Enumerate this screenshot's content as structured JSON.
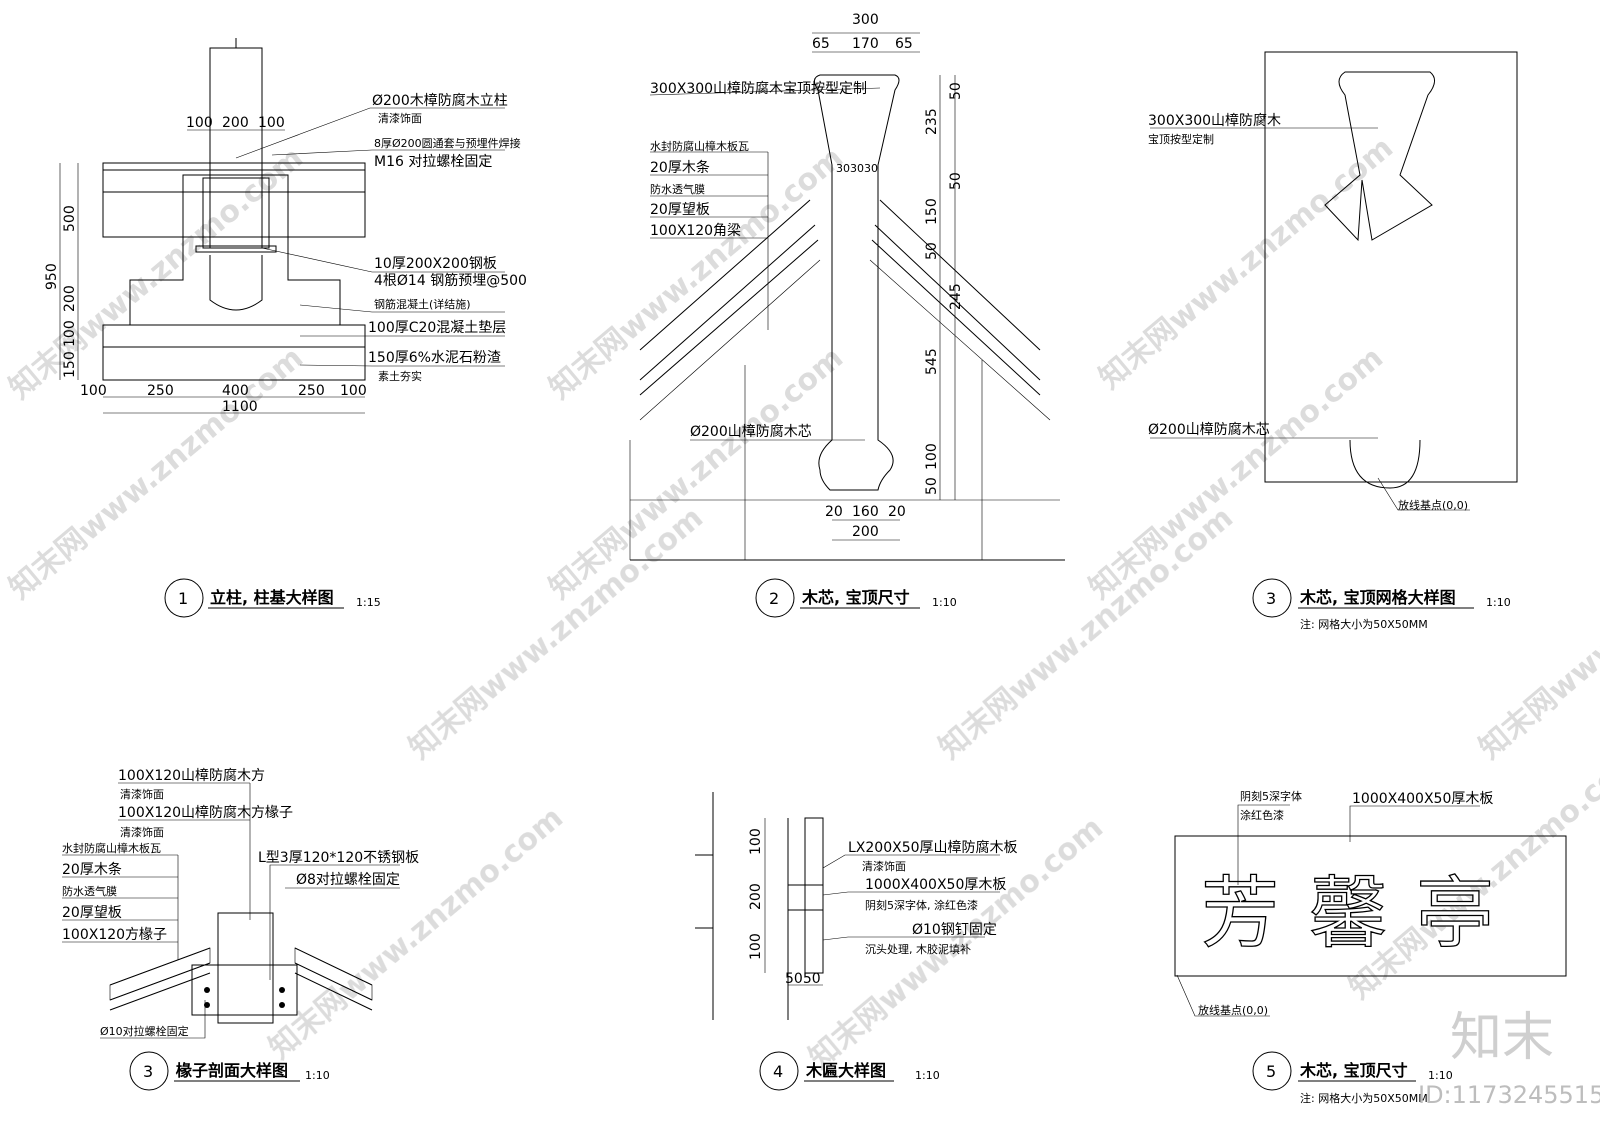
{
  "watermark": {
    "text": "知末网www.znzmo.com",
    "logo": "知末",
    "id": "ID:1173245515"
  },
  "detail1": {
    "title": {
      "num": "1",
      "name": "立柱, 柱基大样图",
      "scale": "1:15"
    },
    "callouts": [
      "Ø200木樟防腐木立柱",
      "清漆饰面",
      "8厚Ø200圆通套与预埋件焊接",
      "M16 对拉螺栓固定",
      "10厚200X200钢板",
      "4根Ø14 钢筋预埋@500",
      "钢筋混凝土(详结施)",
      "100厚C20混凝土垫层",
      "150厚6%水泥石粉渣",
      "素土夯实"
    ],
    "dims_top": [
      "100",
      "200",
      "100"
    ],
    "dims_left": [
      "950",
      "500",
      "200",
      "100",
      "150"
    ],
    "dims_bottom": [
      "100",
      "250",
      "400",
      "250",
      "100"
    ],
    "dim_total": "1100"
  },
  "detail2": {
    "title": {
      "num": "2",
      "name": "木芯, 宝顶尺寸",
      "scale": "1:10"
    },
    "callouts": [
      "300X300山樟防腐木宝顶按型定制",
      "水封防腐山樟木板瓦",
      "20厚木条",
      "防水透气膜",
      "20厚望板",
      "100X120角梁",
      "Ø200山樟防腐木芯"
    ],
    "dims_top": [
      "300",
      "65",
      "170",
      "65"
    ],
    "dims_mid": "303030",
    "dims_right": [
      "50",
      "235",
      "50",
      "150",
      "50",
      "245",
      "545",
      "100",
      "50"
    ],
    "dims_bottom": [
      "20",
      "160",
      "20",
      "200"
    ]
  },
  "detail3": {
    "title": {
      "num": "3",
      "name": "木芯, 宝顶网格大样图",
      "scale": "1:10"
    },
    "note": "注: 网格大小为50X50MM",
    "callouts": [
      "300X300山樟防腐木",
      "宝顶按型定制",
      "Ø200山樟防腐木芯",
      "放线基点(0,0)"
    ]
  },
  "detail4": {
    "title": {
      "num": "3",
      "name": "椽子剖面大样图",
      "scale": "1:10"
    },
    "callouts": [
      "100X120山樟防腐木方",
      "清漆饰面",
      "100X120山樟防腐木方椽子",
      "清漆饰面",
      "水封防腐山樟木板瓦",
      "20厚木条",
      "防水透气膜",
      "20厚望板",
      "100X120方椽子",
      "L型3厚120*120不锈钢板",
      "Ø8对拉螺栓固定",
      "Ø10对拉螺栓固定"
    ]
  },
  "detail5": {
    "title": {
      "num": "4",
      "name": "木匾大样图",
      "scale": "1:10"
    },
    "callouts": [
      "LX200X50厚山樟防腐木板",
      "清漆饰面",
      "1000X400X50厚木板",
      "阴刻5深字体, 涂红色漆",
      "Ø10钢钉固定",
      "沉头处理, 木胶泥填补"
    ],
    "dims_left": [
      "100",
      "200",
      "100"
    ],
    "dims_bottom": "5050"
  },
  "detail6": {
    "title": {
      "num": "5",
      "name": "木芯, 宝顶尺寸",
      "scale": "1:10"
    },
    "note": "注: 网格大小为50X50MM",
    "callouts": [
      "阴刻5深字体",
      "涂红色漆",
      "1000X400X50厚木板",
      "放线基点(0,0)"
    ],
    "sign_text": [
      "芳",
      "馨",
      "亭"
    ]
  }
}
